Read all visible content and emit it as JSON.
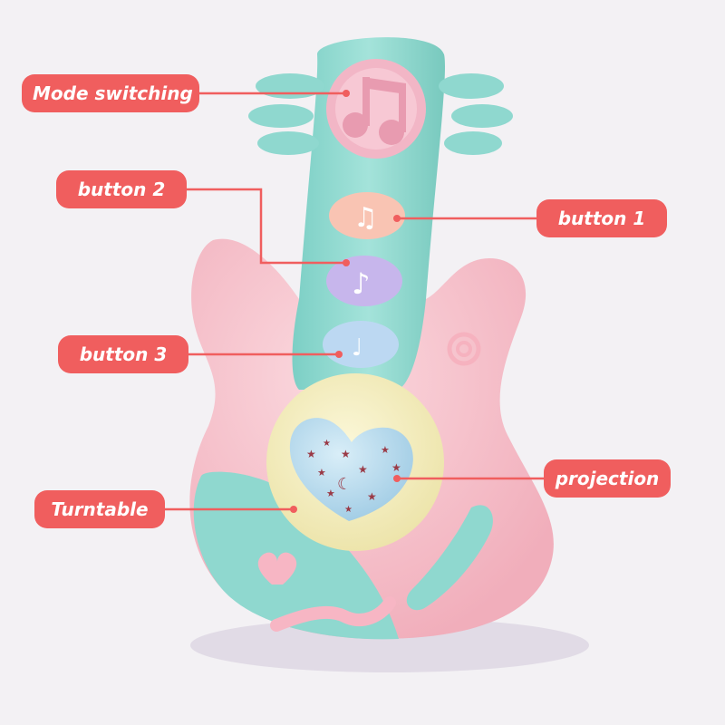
{
  "labels": {
    "mode_switching": "Mode switching",
    "button_2": "button 2",
    "button_1": "button 1",
    "button_3": "button 3",
    "projection": "projection",
    "turntable": "Turntable"
  },
  "icons": {
    "mode_button": "music-note-icon",
    "button_1": "music-note-icon",
    "button_2": "music-note-icon",
    "button_3": "treble-clef-icon",
    "projection": "heart-stars-icon"
  },
  "colors": {
    "label_bg": "#f05e5e",
    "label_text": "#ffffff",
    "toy_mint": "#8fd8cf",
    "toy_pink": "#f7c2cd",
    "toy_cream": "#f7f0c2",
    "leader_line": "#f05e5e"
  }
}
